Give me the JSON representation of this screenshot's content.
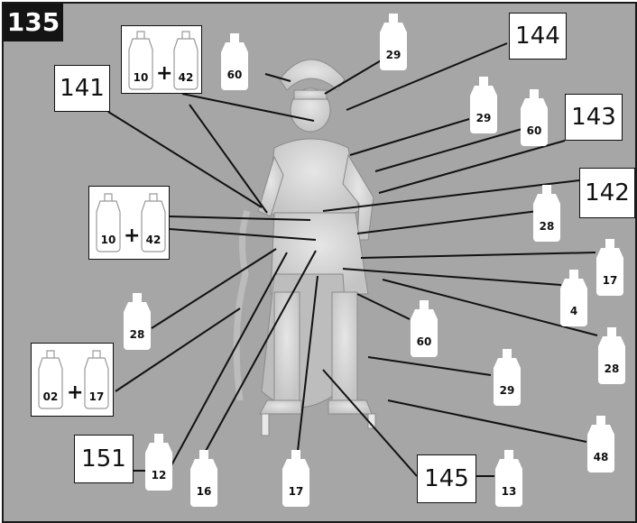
{
  "step": "135",
  "references": [
    {
      "id": "ref-144",
      "label": "144"
    },
    {
      "id": "ref-141",
      "label": "141"
    },
    {
      "id": "ref-143",
      "label": "143"
    },
    {
      "id": "ref-142",
      "label": "142"
    },
    {
      "id": "ref-151",
      "label": "151"
    },
    {
      "id": "ref-145",
      "label": "145"
    }
  ],
  "bottles": [
    {
      "id": "bottle-60-a",
      "number": "60"
    },
    {
      "id": "bottle-29-a",
      "number": "29"
    },
    {
      "id": "bottle-29-b",
      "number": "29"
    },
    {
      "id": "bottle-60-b",
      "number": "60"
    },
    {
      "id": "bottle-28-a",
      "number": "28"
    },
    {
      "id": "bottle-17-a",
      "number": "17"
    },
    {
      "id": "bottle-4",
      "number": "4"
    },
    {
      "id": "bottle-28-b",
      "number": "28"
    },
    {
      "id": "bottle-28-c",
      "number": "28"
    },
    {
      "id": "bottle-60-c",
      "number": "60"
    },
    {
      "id": "bottle-29-c",
      "number": "29"
    },
    {
      "id": "bottle-48",
      "number": "48"
    },
    {
      "id": "bottle-12",
      "number": "12"
    },
    {
      "id": "bottle-16",
      "number": "16"
    },
    {
      "id": "bottle-17-b",
      "number": "17"
    },
    {
      "id": "bottle-13",
      "number": "13"
    }
  ],
  "mixes": [
    {
      "id": "mix-top",
      "a": "10",
      "b": "42",
      "plus": "+"
    },
    {
      "id": "mix-middle",
      "a": "10",
      "b": "42",
      "plus": "+"
    },
    {
      "id": "mix-bottom",
      "a": "02",
      "b": "17",
      "plus": "+"
    }
  ],
  "colors": {
    "background": "#a6a6a6",
    "figure": "#d6d6d6",
    "step_box": "#141414"
  }
}
